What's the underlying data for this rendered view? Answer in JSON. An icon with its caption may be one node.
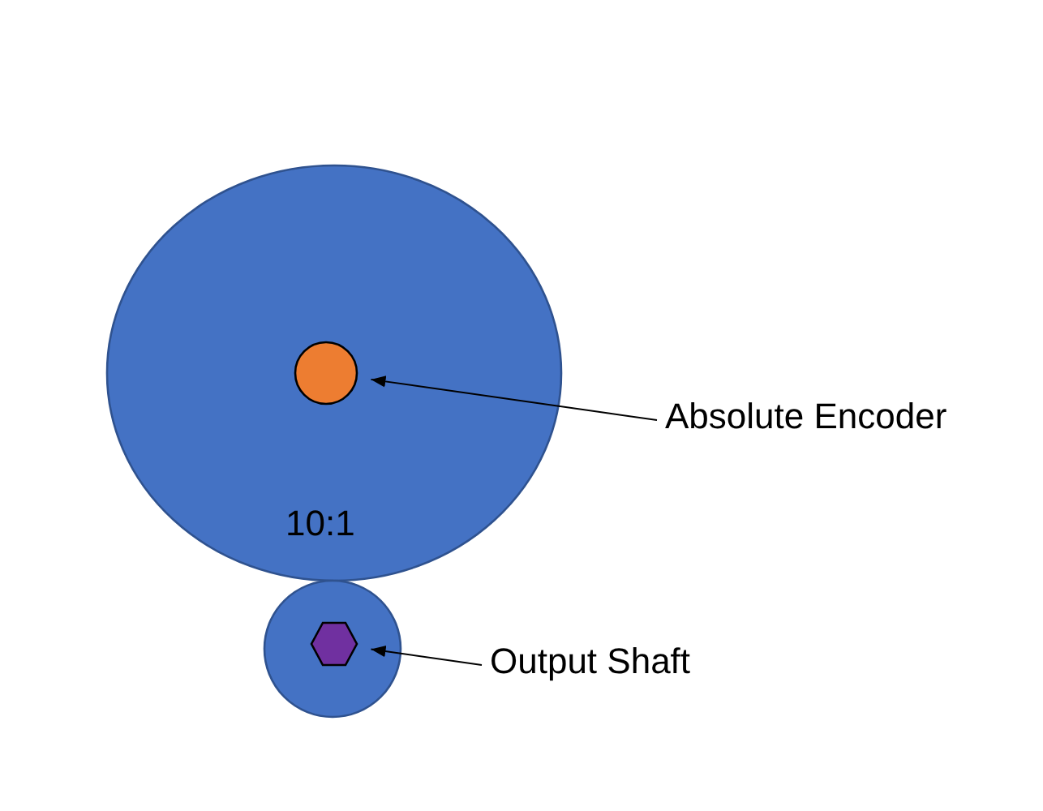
{
  "diagram": {
    "nodes": [
      {
        "text": [
          "10:1"
        ]
      },
      {
        "text": [],
        "shape": "circle",
        "in": 0
      },
      {
        "text": [
          "Absolute Encoder"
        ]
      },
      {
        "text": [],
        "shape": "circle"
      },
      {
        "text": [],
        "shape": "hexagon",
        "in": 3
      },
      {
        "text": [
          "Output Shaft"
        ]
      }
    ],
    "edges": [
      {
        "from": 2,
        "to": 1,
        "arrow": "to"
      },
      {
        "from": 5,
        "to": 4,
        "arrow": "to"
      }
    ]
  }
}
